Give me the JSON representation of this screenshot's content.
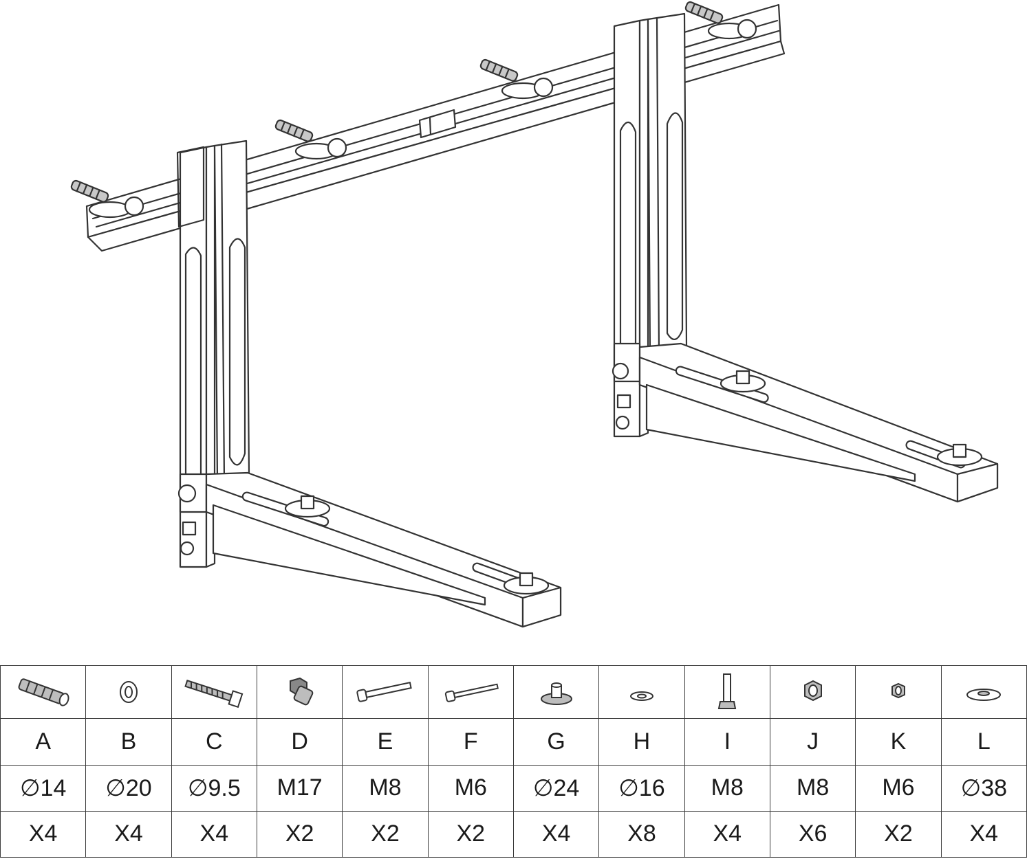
{
  "parts": [
    {
      "letter": "A",
      "size": "∅14",
      "qty": "X4",
      "icon": "wall-anchor-icon"
    },
    {
      "letter": "B",
      "size": "∅20",
      "qty": "X4",
      "icon": "washer-icon"
    },
    {
      "letter": "C",
      "size": "∅9.5",
      "qty": "X4",
      "icon": "lag-screw-icon"
    },
    {
      "letter": "D",
      "size": "M17",
      "qty": "X2",
      "icon": "sleeve-bolt-icon"
    },
    {
      "letter": "E",
      "size": "M8",
      "qty": "X2",
      "icon": "long-bolt-icon"
    },
    {
      "letter": "F",
      "size": "M6",
      "qty": "X2",
      "icon": "thin-bolt-icon"
    },
    {
      "letter": "G",
      "size": "∅24",
      "qty": "X4",
      "icon": "rubber-pad-icon"
    },
    {
      "letter": "H",
      "size": "∅16",
      "qty": "X8",
      "icon": "flat-washer-icon"
    },
    {
      "letter": "I",
      "size": "M8",
      "qty": "X4",
      "icon": "short-bolt-icon"
    },
    {
      "letter": "J",
      "size": "M8",
      "qty": "X6",
      "icon": "hex-nut-icon"
    },
    {
      "letter": "K",
      "size": "M6",
      "qty": "X2",
      "icon": "small-hex-nut-icon"
    },
    {
      "letter": "L",
      "size": "∅38",
      "qty": "X4",
      "icon": "large-washer-icon"
    }
  ],
  "colors": {
    "line": "#333333",
    "fill": "#ffffff",
    "shade": "#bdbdbd"
  }
}
